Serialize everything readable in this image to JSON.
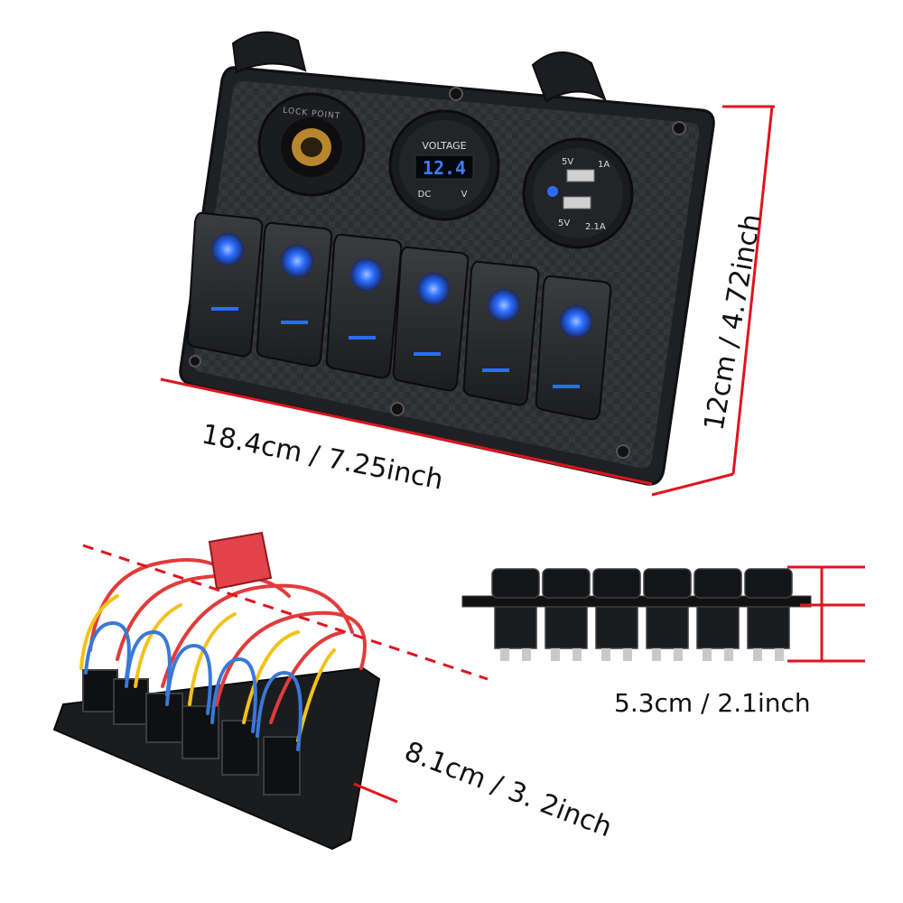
{
  "main_panel": {
    "socket_label": "LOCK POINT",
    "voltmeter": {
      "title": "VOLTAGE",
      "reading": "12.4",
      "unit_left": "DC",
      "unit_right": "V"
    },
    "usb": {
      "top_volt": "5V",
      "top_amp": "1A",
      "bottom_volt": "5V",
      "bottom_amp": "2.1A"
    },
    "switch_count": 6
  },
  "dimensions": {
    "width": "18.4cm / 7.25inch",
    "height": "12cm / 4.72inch",
    "depth": "8.1cm / 3. 2inch",
    "switch_depth": "5.3cm / 2.1inch"
  },
  "colors": {
    "panel": "#2b2d30",
    "switch": "#232427",
    "led_blue": "#2a6cff",
    "dimension_line": "#e0141e",
    "wire_red": "#e23b3b",
    "wire_yellow": "#f2c21b",
    "wire_blue": "#3a78d8"
  }
}
